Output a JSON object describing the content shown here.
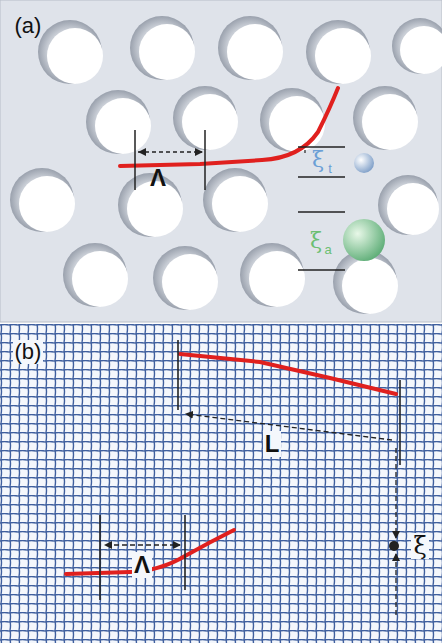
{
  "diagram": {
    "labels": [
      "(a)",
      "Λ",
      "ξ",
      "t",
      "ξ",
      "a",
      "(b)",
      "L",
      "Λ",
      "ξ"
    ]
  }
}
